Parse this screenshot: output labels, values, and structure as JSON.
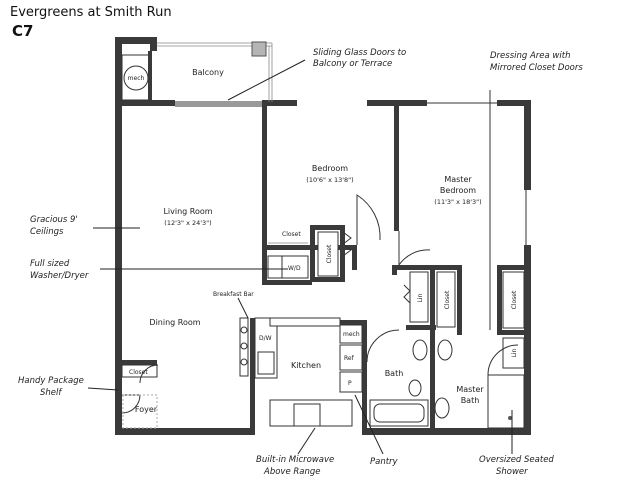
{
  "header": {
    "community": "Evergreens at Smith Run",
    "unit": "C7"
  },
  "rooms": {
    "balcony": "Balcony",
    "living": "Living Room",
    "living_dim": "(12'3\" x 24'3\")",
    "dining": "Dining Room",
    "bedroom": "Bedroom",
    "bedroom_dim": "(10'6\" x 13'8\")",
    "master": "Master",
    "master2": "Bedroom",
    "master_dim": "(11'3\" x 18'3\")",
    "kitchen": "Kitchen",
    "bath": "Bath",
    "master_bath": "Master",
    "master_bath2": "Bath",
    "foyer": "Foyer"
  },
  "fixtures": {
    "mech": "mech",
    "mech2": "mech",
    "closet": "Closet",
    "closet_vert": "Closet",
    "closet_vert2": "Closet",
    "closet_vert3": "Closet",
    "closet_foyer": "Closet",
    "wd": "W/D",
    "lin": "Lin",
    "lin2": "Lin",
    "dw": "D/W",
    "ref": "Ref",
    "pantry_p": "P",
    "breakfast_bar": "Breakfast Bar"
  },
  "callouts": {
    "sliding_1": "Sliding Glass Doors to",
    "sliding_2": "Balcony or Terrace",
    "dressing_1": "Dressing Area with",
    "dressing_2": "Mirrored Closet Doors",
    "ceilings_1": "Gracious 9'",
    "ceilings_2": "Ceilings",
    "washer_1": "Full sized",
    "washer_2": "Washer/Dryer",
    "package_1": "Handy Package",
    "package_2": "Shelf",
    "microwave_1": "Built-in Microwave",
    "microwave_2": "Above Range",
    "pantry": "Pantry",
    "shower_1": "Oversized Seated",
    "shower_2": "Shower"
  }
}
